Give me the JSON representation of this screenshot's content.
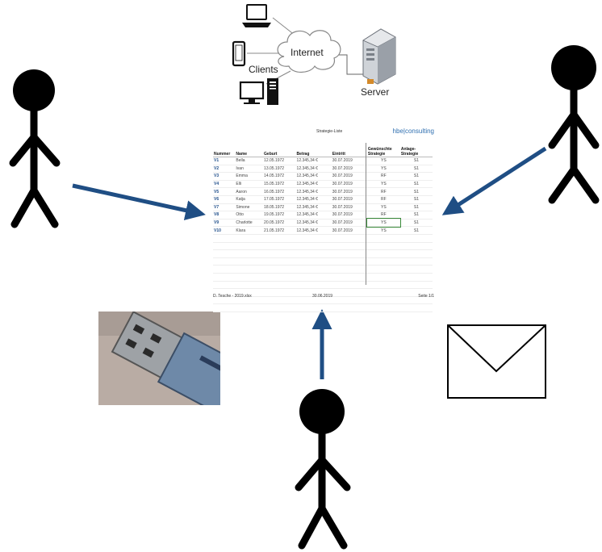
{
  "network": {
    "internet_label": "Internet",
    "clients_label": "Clients",
    "server_label": "Server"
  },
  "document": {
    "header_center": "Strategie-Liste",
    "brand": "hbe|consulting",
    "columns": [
      "Nummer",
      "Name",
      "Geburt",
      "Betrag",
      "Eintritt",
      "Gewünschte Strategie",
      "Anlage-Strategie"
    ],
    "rows": [
      [
        "V1",
        "Bella",
        "12.05.1972",
        "12.345,34 €",
        "30.07.2019",
        "YS",
        "S1"
      ],
      [
        "V2",
        "Ivan",
        "13.05.1972",
        "12.345,34 €",
        "30.07.2019",
        "YS",
        "S1"
      ],
      [
        "V3",
        "Emma",
        "14.05.1972",
        "12.345,34 €",
        "30.07.2019",
        "RF",
        "S1"
      ],
      [
        "V4",
        "Elli",
        "15.05.1972",
        "12.345,34 €",
        "30.07.2019",
        "YS",
        "S1"
      ],
      [
        "V5",
        "Aaron",
        "16.05.1972",
        "12.345,34 €",
        "30.07.2019",
        "RF",
        "S1"
      ],
      [
        "V6",
        "Katja",
        "17.05.1972",
        "12.345,34 €",
        "30.07.2019",
        "RF",
        "S1"
      ],
      [
        "V7",
        "Simone",
        "18.05.1972",
        "12.345,34 €",
        "30.07.2019",
        "YS",
        "S1"
      ],
      [
        "V8",
        "Otto",
        "19.05.1972",
        "12.345,34 €",
        "30.07.2019",
        "RF",
        "S1"
      ],
      [
        "V9",
        "Charlotte",
        "20.05.1972",
        "12.345,34 €",
        "30.07.2019",
        "YS",
        "S1"
      ],
      [
        "V10",
        "Klara",
        "21.05.1972",
        "12.345,34 €",
        "30.07.2019",
        "YS",
        "S1"
      ]
    ],
    "footer_left": "D. Tesche - 2019.xlsx",
    "footer_center": "30.06.2019",
    "footer_right": "Seite 1/1"
  },
  "colors": {
    "arrow": "#1f4e84",
    "figure": "#000000",
    "brand": "#2f6fb0"
  },
  "icons": [
    "laptop-icon",
    "phone-icon",
    "desktop-icon",
    "cloud-icon",
    "server-icon",
    "stick-figure-icon",
    "usb-stick-photo",
    "envelope-icon"
  ]
}
